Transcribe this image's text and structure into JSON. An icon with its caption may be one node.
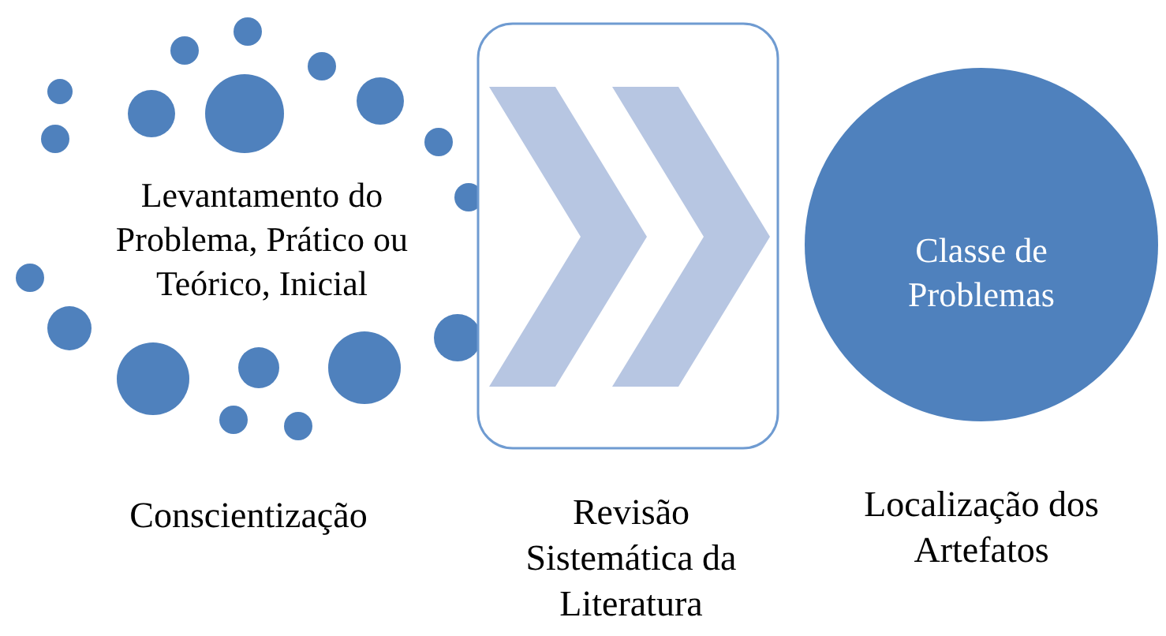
{
  "diagram": {
    "nodes": [
      {
        "text": [
          "Levantamento do Problema, Prático ou Teórico, Inicial"
        ],
        "beside": [
          "Conscientização"
        ]
      },
      {
        "text": [],
        "shape": "box",
        "beside": [
          "Revisão Sistemática da Literatura"
        ]
      },
      {
        "text": [
          "Classe de Problemas"
        ],
        "beside": [
          "Localização dos Artefatos"
        ]
      }
    ]
  }
}
